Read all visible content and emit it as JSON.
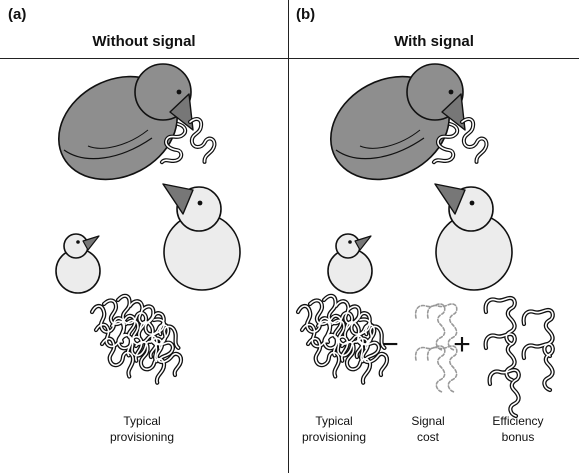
{
  "panels": [
    {
      "label": "(a)",
      "title": "Without signal",
      "captions": [
        "Typical\nprovisioning"
      ]
    },
    {
      "label": "(b)",
      "title": "With signal",
      "captions": [
        "Typical\nprovisioning",
        "Signal\ncost",
        "Efficiency\nbonus"
      ],
      "operators": [
        "−",
        "+"
      ]
    }
  ],
  "colors": {
    "adult_body": "#8e8e8e",
    "chick_body": "#ececec",
    "beak": "#777777",
    "outline": "#111111",
    "signal_cost": "#999999"
  }
}
